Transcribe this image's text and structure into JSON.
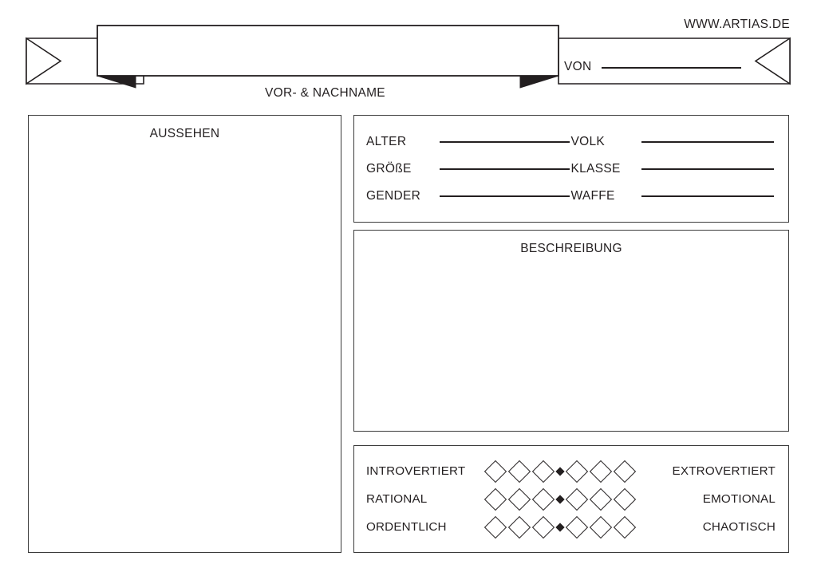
{
  "header": {
    "site_url": "WWW.ARTIAS.DE",
    "von_label": "VON",
    "name_caption": "VOR- & NACHNAME",
    "name_value": ""
  },
  "panels": {
    "appearance": {
      "title": "AUSSEHEN",
      "content": ""
    },
    "description": {
      "title": "BESCHREIBUNG",
      "content": ""
    }
  },
  "stats": {
    "rows": [
      {
        "left": {
          "label": "ALTER",
          "value": ""
        },
        "right": {
          "label": "VOLK",
          "value": ""
        }
      },
      {
        "left": {
          "label": "GRÖßE",
          "value": ""
        },
        "right": {
          "label": "KLASSE",
          "value": ""
        }
      },
      {
        "left": {
          "label": "GENDER",
          "value": ""
        },
        "right": {
          "label": "WAFFE",
          "value": ""
        }
      }
    ]
  },
  "alignment": {
    "steps": 6,
    "marker": "filled-diamond-center",
    "rows": [
      {
        "left_label": "INTROVERTIERT",
        "right_label": "EXTROVERTIERT",
        "selected": null
      },
      {
        "left_label": "RATIONAL",
        "right_label": "EMOTIONAL",
        "selected": null
      },
      {
        "left_label": "ORDENTLICH",
        "right_label": "CHAOTISCH",
        "selected": null
      }
    ]
  },
  "colors": {
    "ink": "#231f20",
    "border": "#3b3b3b",
    "paper": "#ffffff",
    "fold": "#231f20"
  }
}
